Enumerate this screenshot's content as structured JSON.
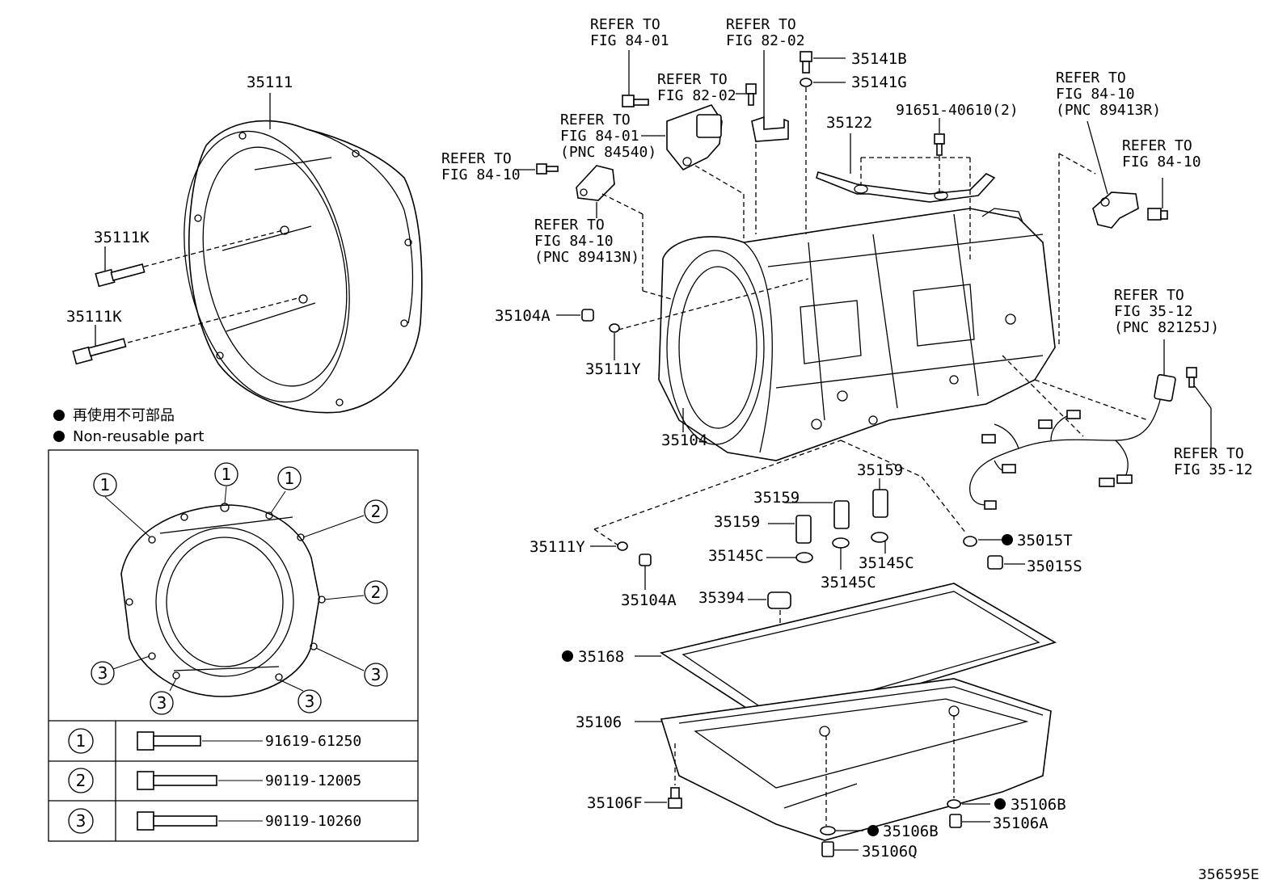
{
  "parts": {
    "p35111": "35111",
    "p35111k_a": "35111K",
    "p35111k_b": "35111K",
    "p35104a_a": "35104A",
    "p35111y_a": "35111Y",
    "p35104": "35104",
    "p35111y_b": "35111Y",
    "p35104a_b": "35104A",
    "p35159_a": "35159",
    "p35159_b": "35159",
    "p35159_c": "35159",
    "p35145c_a": "35145C",
    "p35145c_b": "35145C",
    "p35145c_c": "35145C",
    "p35394": "35394",
    "p35015t": "35015T",
    "p35015s": "35015S",
    "p35168": "35168",
    "p35106": "35106",
    "p35106f": "35106F",
    "p35106b_a": "35106B",
    "p35106b_b": "35106B",
    "p35106a": "35106A",
    "p35106q": "35106Q",
    "p35141b": "35141B",
    "p35141g": "35141G",
    "p35122": "35122",
    "p91651": "91651-40610(2)"
  },
  "refers": {
    "r1": [
      "REFER TO",
      "FIG 84-01"
    ],
    "r2": [
      "REFER TO",
      "FIG 82-02"
    ],
    "r3": [
      "REFER TO",
      "FIG 82-02"
    ],
    "r4": [
      "REFER TO",
      "FIG 84-01",
      "(PNC 84540)"
    ],
    "r5": [
      "REFER TO",
      "FIG 84-10"
    ],
    "r6": [
      "REFER TO",
      "FIG 84-10",
      "(PNC 89413N)"
    ],
    "r7": [
      "REFER TO",
      "FIG 84-10",
      "(PNC 89413R)"
    ],
    "r8": [
      "REFER TO",
      "FIG 84-10"
    ],
    "r9": [
      "REFER TO",
      "FIG 35-12",
      "(PNC 82125J)"
    ],
    "r10": [
      "REFER TO",
      "FIG 35-12"
    ]
  },
  "legend": {
    "jp": "再使用不可部品",
    "en": "Non-reusable part"
  },
  "bolt_table": {
    "callouts": [
      "1",
      "1",
      "1",
      "2",
      "2",
      "3",
      "3",
      "3",
      "3"
    ],
    "rows": [
      {
        "num": "1",
        "part": "91619-61250"
      },
      {
        "num": "2",
        "part": "90119-12005"
      },
      {
        "num": "3",
        "part": "90119-10260"
      }
    ]
  },
  "figure_id": "356595E"
}
